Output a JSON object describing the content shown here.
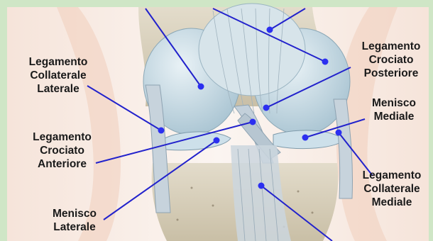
{
  "labels": {
    "lcl": [
      "Legamento",
      "Collaterale",
      "Laterale"
    ],
    "lcp": [
      "Legamento",
      "Crociato",
      "Posteriore"
    ],
    "mm": [
      "Menisco",
      "Mediale"
    ],
    "lca": [
      "Legamento",
      "Crociato",
      "Anteriore"
    ],
    "lcm": [
      "Legamento",
      "Collaterale",
      "Mediale"
    ],
    "ml": [
      "Menisco",
      "Laterale"
    ]
  },
  "colors": {
    "border": "#cfe6c6",
    "leader_line": "#2222cc",
    "anchor_dot": "#2b2ff0",
    "label_text": "#1a1a1a",
    "bone": "#d9d2bf",
    "cartilage": "#c8dbe6",
    "ligament": "#bfcbd6",
    "skin": "#f3d7c8"
  }
}
